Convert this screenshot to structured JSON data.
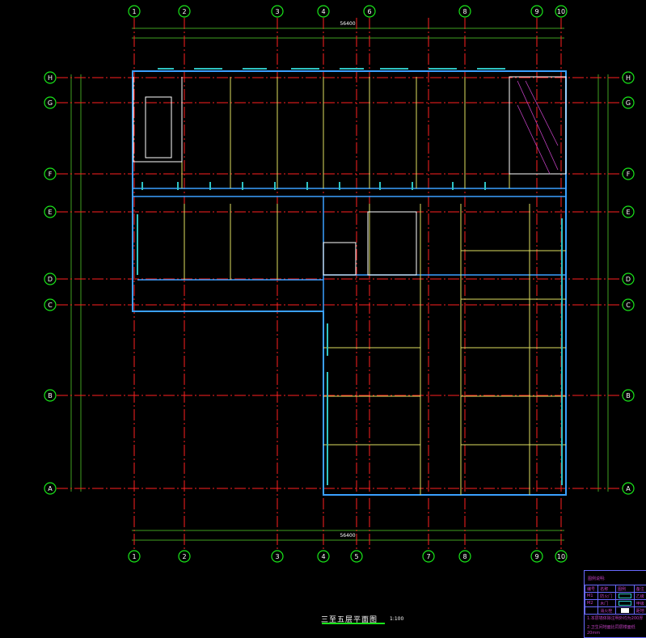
{
  "drawing": {
    "title": "三至五层平面图",
    "scale": "1:100",
    "columns_top": [
      "1",
      "2",
      "3",
      "4",
      "6",
      "8",
      "9",
      "10"
    ],
    "columns_bottom": [
      "1",
      "2",
      "3",
      "4",
      "5",
      "7",
      "8",
      "9",
      "10"
    ],
    "rows": [
      "H",
      "G",
      "F",
      "E",
      "D",
      "C",
      "B",
      "A"
    ],
    "overall_dimension": "56400",
    "colors": {
      "grid_axis": "#ff2020",
      "bubble": "#19e619",
      "wall": "#3aa0ff",
      "window": "#2ec4c4",
      "dimension": "#3f9f1f",
      "text": "#ffffff",
      "room": "#c040c0",
      "legend_border": "#6a6aff"
    }
  },
  "legend": {
    "heading": "图例说明:",
    "headers": [
      "编号",
      "名称",
      "图例",
      "备注"
    ],
    "rows": [
      [
        "M1",
        "防火门",
        "",
        "乙级"
      ],
      [
        "M2",
        "木门",
        "",
        "甲级"
      ],
      [
        "",
        "消火栓",
        "",
        "距地"
      ]
    ],
    "notes": [
      "1.本层墙体除注明外均为200厚",
      "2.卫生间地面比同层楼面低20mm"
    ]
  }
}
